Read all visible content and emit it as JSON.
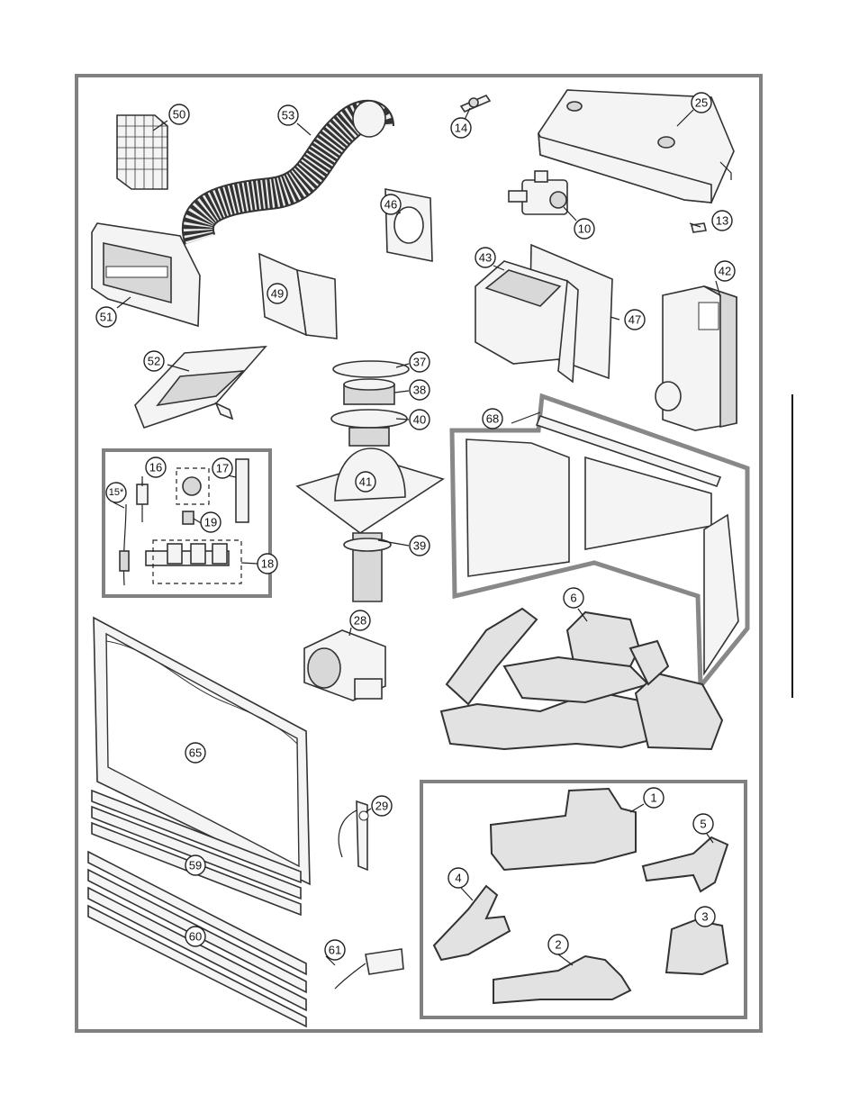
{
  "callouts": {
    "c1": "1",
    "c2": "2",
    "c3": "3",
    "c4": "4",
    "c5": "5",
    "c6": "6",
    "c10": "10",
    "c13": "13",
    "c14": "14",
    "c15": "15*",
    "c16": "16",
    "c17": "17",
    "c18": "18",
    "c19": "19",
    "c25": "25",
    "c28": "28",
    "c29": "29",
    "c37": "37",
    "c38": "38",
    "c39": "39",
    "c40": "40",
    "c41": "41",
    "c42": "42",
    "c43": "43",
    "c46": "46",
    "c47": "47",
    "c49": "49",
    "c50": "50",
    "c51": "51",
    "c52": "52",
    "c53": "53",
    "c59": "59",
    "c60": "60",
    "c61": "61",
    "c65": "65",
    "c68": "68"
  },
  "colors": {
    "frame": "#808080",
    "ink": "#222222"
  }
}
